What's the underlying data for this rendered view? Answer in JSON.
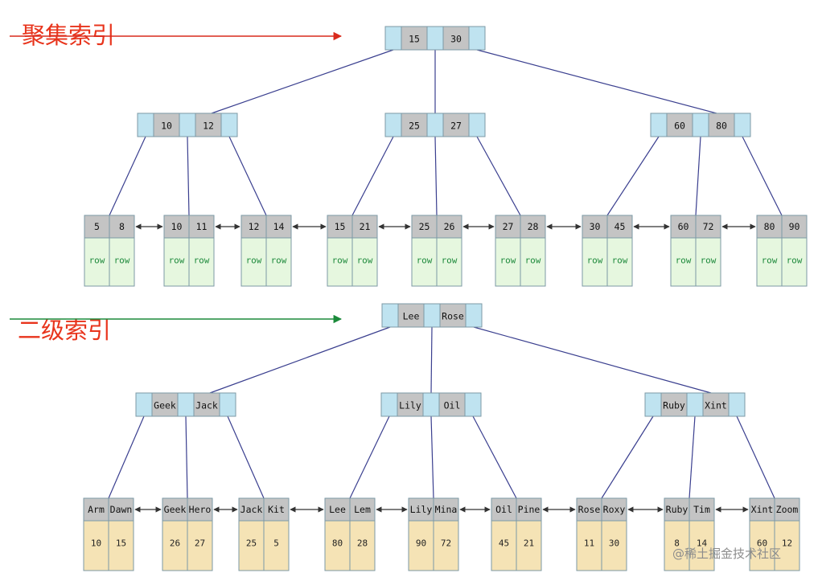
{
  "colors": {
    "pointer_cell": "#bfe3f0",
    "key_cell": "#c4c4c4",
    "cell_border": "#7c9aa6",
    "edge": "#3a3f8f",
    "leaf_row_clustered": "#e6f7df",
    "leaf_row_secondary": "#f5e3b5",
    "row_text": "#1e8a3c",
    "title_clustered": "#e8341c",
    "title_secondary": "#e8341c",
    "arrow_clustered": "#d92a1c",
    "arrow_secondary": "#1b8a3a",
    "watermark": "#8c8c8c"
  },
  "clustered": {
    "title": "聚集索引",
    "root": [
      "15",
      "30"
    ],
    "internal": [
      [
        "10",
        "12"
      ],
      [
        "25",
        "27"
      ],
      [
        "60",
        "80"
      ]
    ],
    "leaves": [
      {
        "keys": [
          "5",
          "8"
        ],
        "values": [
          "row",
          "row"
        ]
      },
      {
        "keys": [
          "10",
          "11"
        ],
        "values": [
          "row",
          "row"
        ]
      },
      {
        "keys": [
          "12",
          "14"
        ],
        "values": [
          "row",
          "row"
        ]
      },
      {
        "keys": [
          "15",
          "21"
        ],
        "values": [
          "row",
          "row"
        ]
      },
      {
        "keys": [
          "25",
          "26"
        ],
        "values": [
          "row",
          "row"
        ]
      },
      {
        "keys": [
          "27",
          "28"
        ],
        "values": [
          "row",
          "row"
        ]
      },
      {
        "keys": [
          "30",
          "45"
        ],
        "values": [
          "row",
          "row"
        ]
      },
      {
        "keys": [
          "60",
          "72"
        ],
        "values": [
          "row",
          "row"
        ]
      },
      {
        "keys": [
          "80",
          "90"
        ],
        "values": [
          "row",
          "row"
        ]
      }
    ]
  },
  "secondary": {
    "title": "二级索引",
    "root": [
      "Lee",
      "Rose"
    ],
    "internal": [
      [
        "Geek",
        "Jack"
      ],
      [
        "Lily",
        "Oil"
      ],
      [
        "Ruby",
        "Xint"
      ]
    ],
    "leaves": [
      {
        "keys": [
          "Arm",
          "Dawn"
        ],
        "values": [
          "10",
          "15"
        ]
      },
      {
        "keys": [
          "Geek",
          "Hero"
        ],
        "values": [
          "26",
          "27"
        ]
      },
      {
        "keys": [
          "Jack",
          "Kit"
        ],
        "values": [
          "25",
          "5"
        ]
      },
      {
        "keys": [
          "Lee",
          "Lem"
        ],
        "values": [
          "80",
          "28"
        ]
      },
      {
        "keys": [
          "Lily",
          "Mina"
        ],
        "values": [
          "90",
          "72"
        ]
      },
      {
        "keys": [
          "Oil",
          "Pine"
        ],
        "values": [
          "45",
          "21"
        ]
      },
      {
        "keys": [
          "Rose",
          "Roxy"
        ],
        "values": [
          "11",
          "30"
        ]
      },
      {
        "keys": [
          "Ruby",
          "Tim"
        ],
        "values": [
          "8",
          "14"
        ]
      },
      {
        "keys": [
          "Xint",
          "Zoom"
        ],
        "values": [
          "60",
          "12"
        ]
      }
    ]
  },
  "watermark": "@稀土掘金技术社区"
}
